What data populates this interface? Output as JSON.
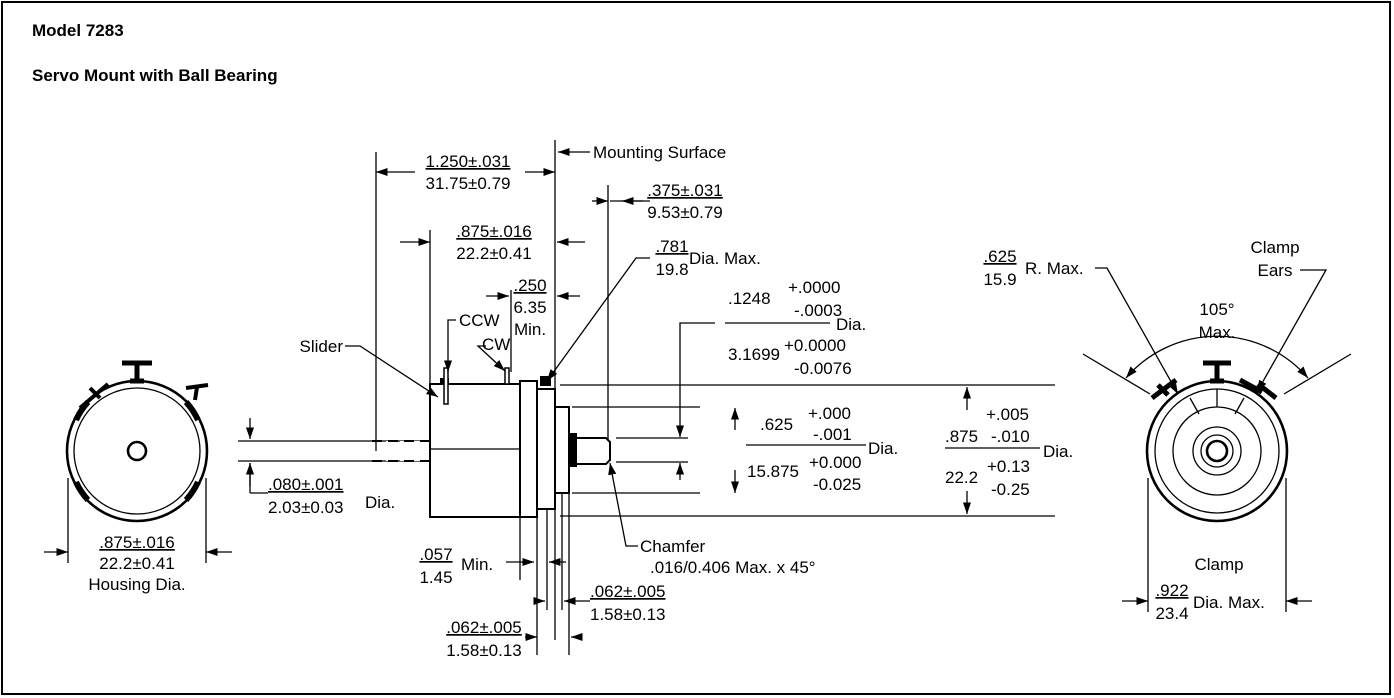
{
  "header": {
    "model": "Model 7283",
    "subtitle": "Servo Mount with Ball Bearing"
  },
  "dims": {
    "mounting_surface": "Mounting Surface",
    "d1250_in": "1.250±.031",
    "d1250_mm": "31.75±0.79",
    "d875_in": ".875±.016",
    "d875_mm": "22.2±0.41",
    "d250_in": ".250",
    "d250_mm": "6.35",
    "d250_min": "Min.",
    "ccw": "CCW",
    "cw": "CW",
    "slider": "Slider",
    "d375_in": ".375±.031",
    "d375_mm": "9.53±0.79",
    "d781_in": ".781",
    "d781_mm": "19.8",
    "dia_max": "Dia. Max.",
    "shaft_in": ".1248",
    "shaft_in_tol_p": "+.0000",
    "shaft_in_tol_m": "-.0003",
    "shaft_mm": "3.1699",
    "shaft_mm_tol_p": "+0.0000",
    "shaft_mm_tol_m": "-0.0076",
    "dia": "Dia.",
    "pilot_in": ".625",
    "pilot_in_tol_p": "+.000",
    "pilot_in_tol_m": "-.001",
    "pilot_mm": "15.875",
    "pilot_mm_tol_p": "+0.000",
    "pilot_mm_tol_m": "-0.025",
    "flange_in": ".875",
    "flange_in_tol_p": "+.005",
    "flange_in_tol_m": "-.010",
    "flange_mm": "22.2",
    "flange_mm_tol_p": "+0.13",
    "flange_mm_tol_m": "-0.25",
    "term_in": ".080±.001",
    "term_mm": "2.03±0.03",
    "d057_in": ".057",
    "d057_mm": "1.45",
    "min": "Min.",
    "chamfer": "Chamfer",
    "chamfer_spec": ".016/0.406 Max. x 45°",
    "d062_in": ".062±.005",
    "d062_mm": "1.58±0.13",
    "housing_in": ".875±.016",
    "housing_mm": "22.2±0.41",
    "housing_label": "Housing Dia.",
    "r625_in": ".625",
    "r625_mm": "15.9",
    "r_max": "R. Max.",
    "clamp_ears_1": "Clamp",
    "clamp_ears_2": "Ears",
    "angle": "105°",
    "angle_max": "Max.",
    "clamp": "Clamp",
    "clamp_in": ".922",
    "clamp_mm": "23.4",
    "clamp_dia_max": "Dia. Max."
  }
}
